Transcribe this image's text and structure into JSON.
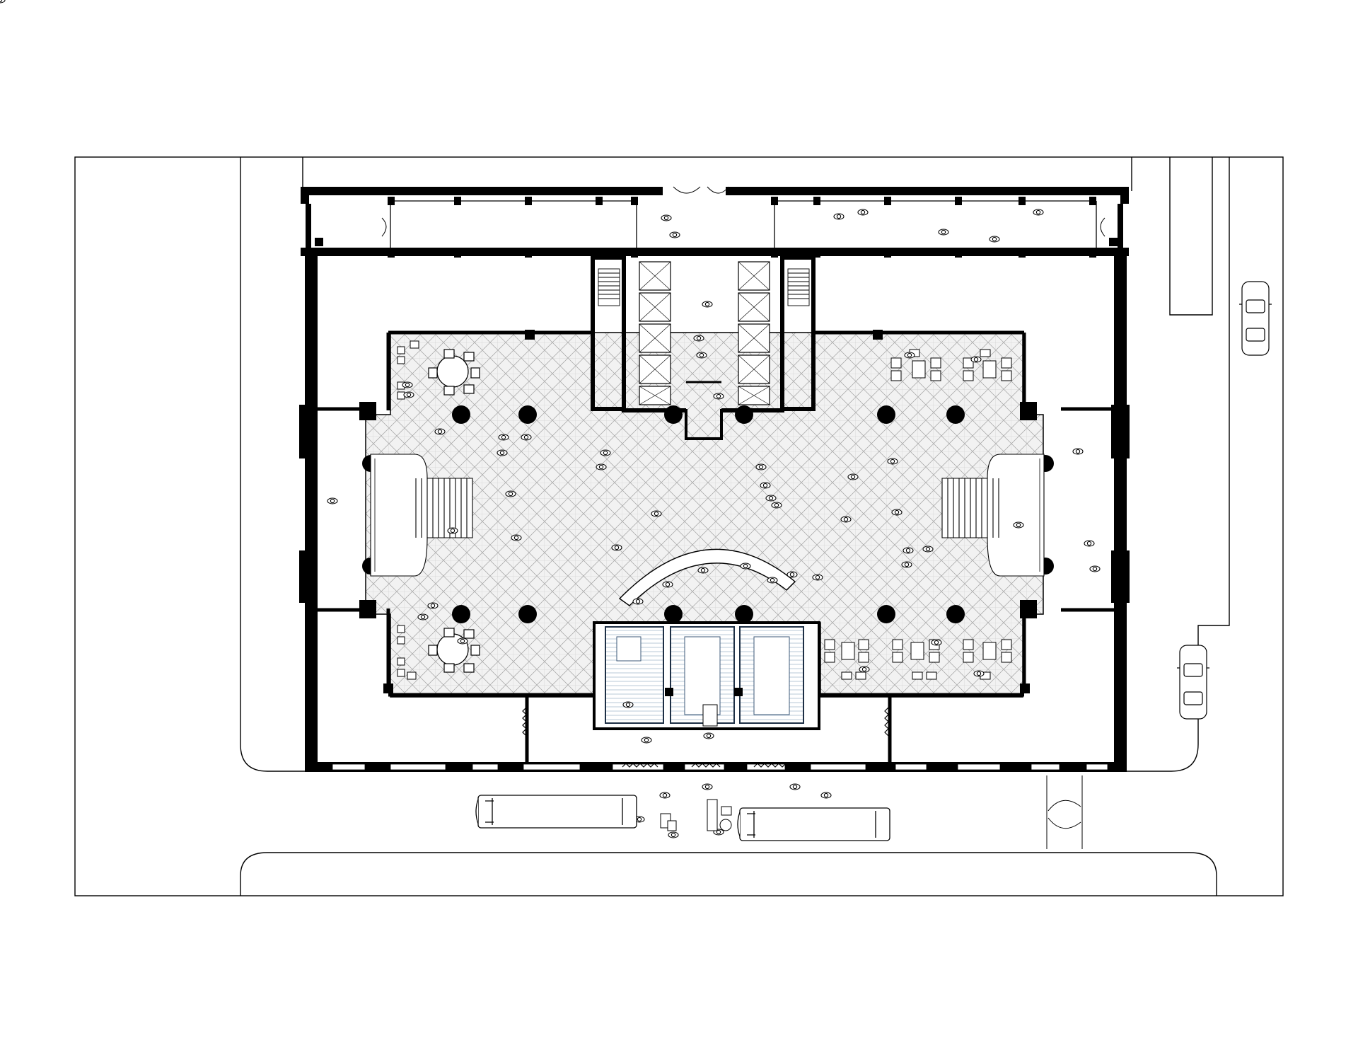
{
  "drawing": {
    "type": "architectural-floor-plan",
    "view": "ground-floor-lobby",
    "labels": []
  },
  "colors": {
    "background": "#ffffff",
    "line": "#000000",
    "wall": "#000000",
    "floor_tile": "#f2f2f2",
    "tile_line": "#9a9a9a",
    "kiosk_glass": "#3c5a78",
    "kiosk_fill": "#e6eef5"
  },
  "elements": {
    "columns": 16,
    "elevator_cars": 10,
    "stairs": 4,
    "round_tables": 2,
    "lounge_groups": 6,
    "service_booths": 3,
    "buses": 2,
    "cars": 2
  }
}
